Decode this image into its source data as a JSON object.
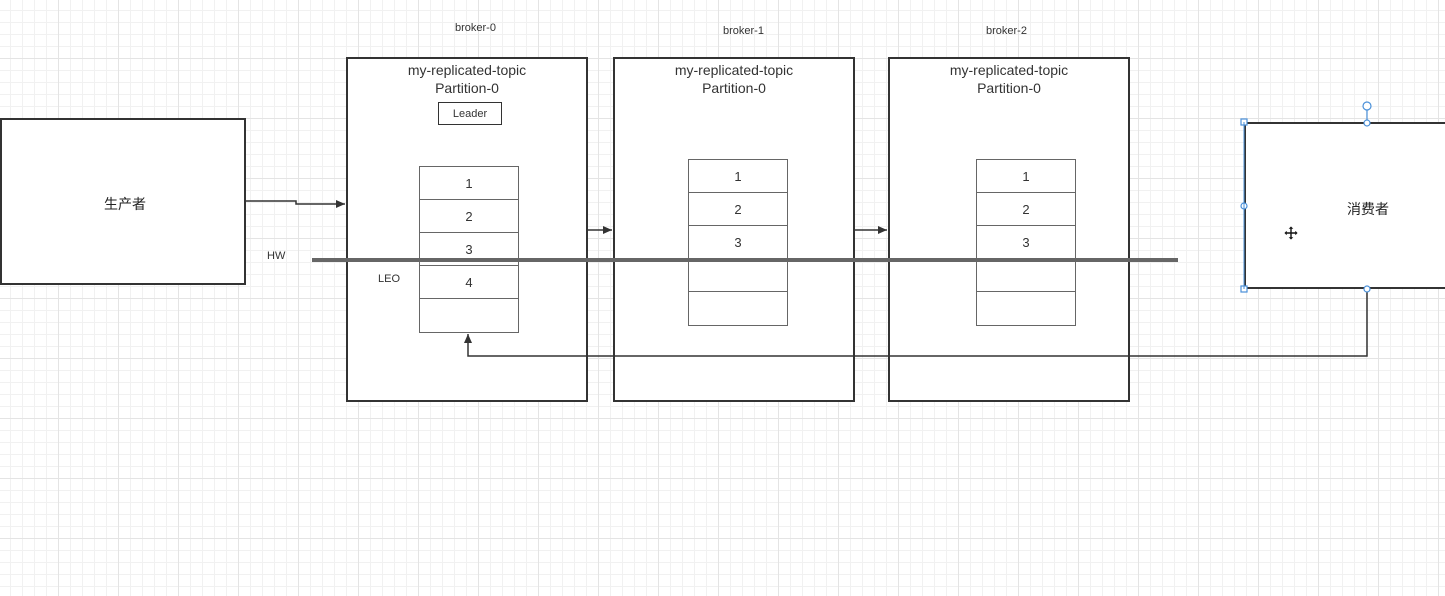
{
  "producer": {
    "label": "生产者"
  },
  "consumer": {
    "label": "消费者"
  },
  "brokers": [
    {
      "name": "broker-0",
      "topic": "my-replicated-topic",
      "partition": "Partition-0",
      "role": "Leader",
      "cells": [
        "1",
        "2",
        "3",
        "4",
        ""
      ]
    },
    {
      "name": "broker-1",
      "topic": "my-replicated-topic",
      "partition": "Partition-0",
      "role": "",
      "cells": [
        "1",
        "2",
        "3",
        "",
        ""
      ]
    },
    {
      "name": "broker-2",
      "topic": "my-replicated-topic",
      "partition": "Partition-0",
      "role": "",
      "cells": [
        "1",
        "2",
        "3",
        "",
        ""
      ]
    }
  ],
  "markers": {
    "hw": "HW",
    "leo": "LEO"
  },
  "colors": {
    "line": "#333333",
    "hw_line": "#666666",
    "selection": "#4a90d9"
  },
  "icons": {
    "cursor": "move-cursor-icon"
  }
}
